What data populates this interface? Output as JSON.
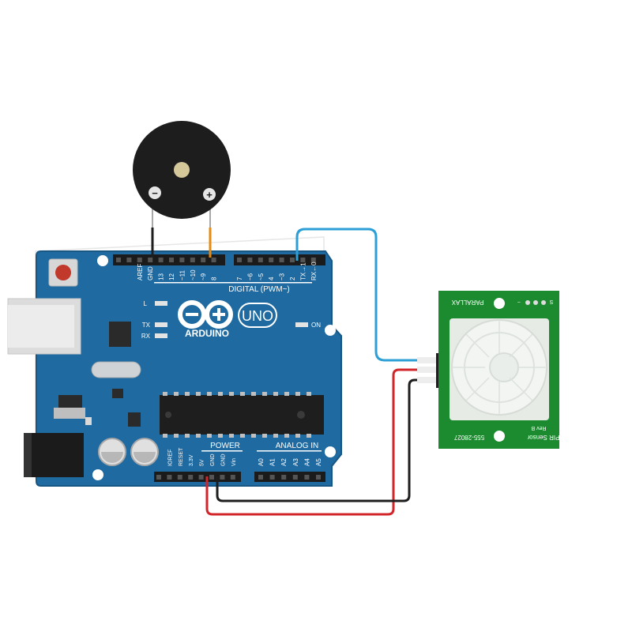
{
  "arduino": {
    "brand": "ARDUINO",
    "model": "UNO",
    "digital_label": "DIGITAL (PWM~)",
    "power_label": "POWER",
    "analog_label": "ANALOG IN",
    "led_labels": {
      "l": "L",
      "tx": "TX",
      "rx": "RX",
      "on": "ON"
    },
    "digital_pins": [
      "AREF",
      "GND",
      "13",
      "12",
      "~11",
      "~10",
      "~9",
      "8",
      "7",
      "~6",
      "~5",
      "4",
      "~3",
      "2",
      "TX→1",
      "RX←0"
    ],
    "power_pins": [
      "IOREF",
      "RESET",
      "3.3V",
      "5V",
      "GND",
      "GND",
      "Vin"
    ],
    "analog_pins": [
      "A0",
      "A1",
      "A2",
      "A3",
      "A4",
      "A5"
    ]
  },
  "buzzer": {
    "minus": "−",
    "plus": "+"
  },
  "pir": {
    "brand": "PARALLAX",
    "name": "PIR Sensor",
    "rev": "Rev B",
    "part": "555-28027",
    "pin_labels": {
      "s": "S",
      "plus": "+",
      "minus": "−"
    }
  },
  "colors": {
    "board": "#1f6aa0",
    "board_edge": "#185683",
    "wire_signal": "#2b9fd6",
    "wire_power": "#d2262b",
    "wire_ground": "#1e1e1e",
    "wire_buzzer": "#e58a12",
    "pir_pcb": "#1c8a2e"
  }
}
